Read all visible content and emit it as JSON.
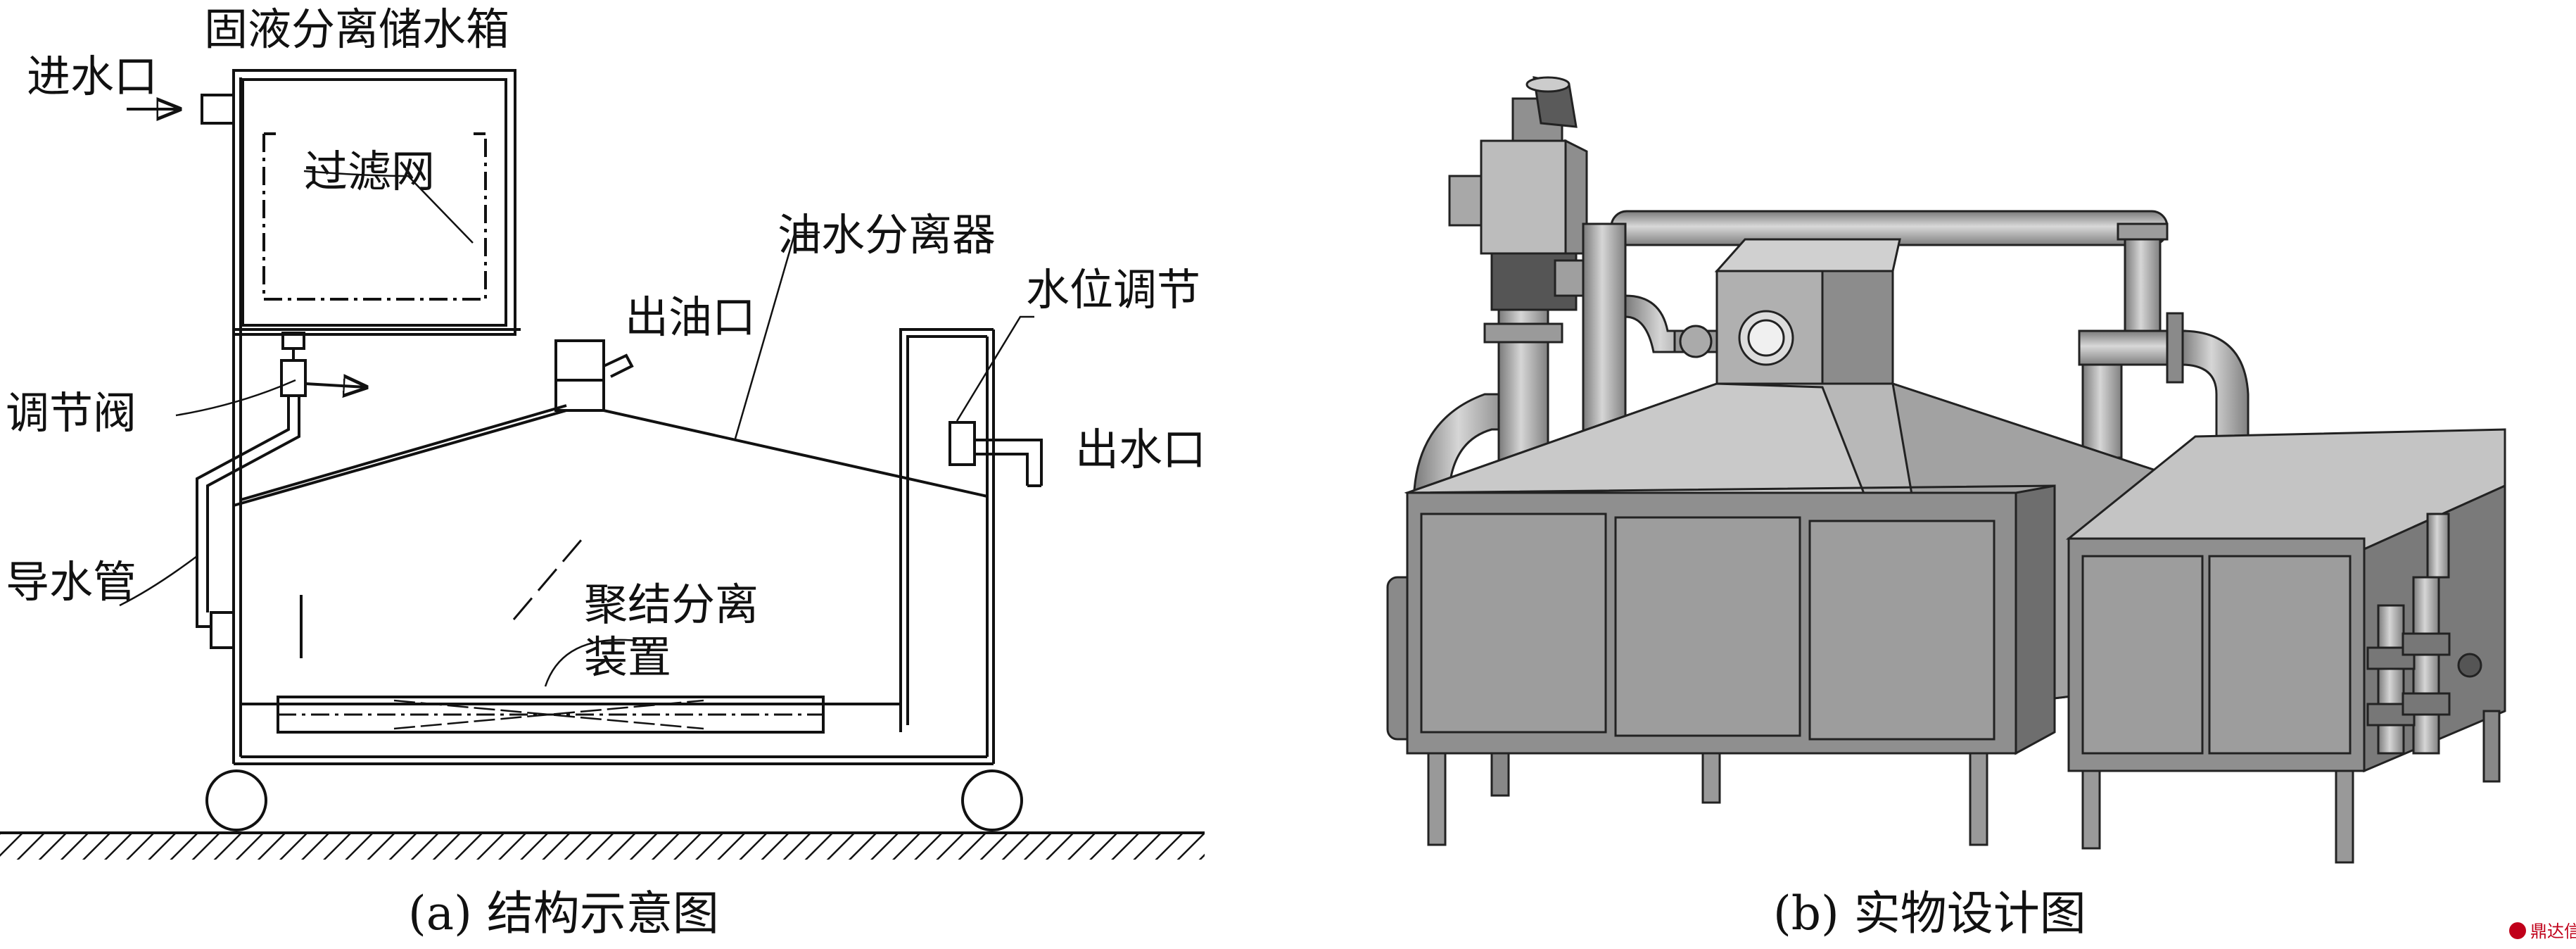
{
  "panel_a": {
    "labels": {
      "storage_tank": "固液分离储水箱",
      "water_inlet": "进水口",
      "filter_screen": "过滤网",
      "oil_water_separator": "油水分离器",
      "oil_outlet": "出油口",
      "water_level_adjust": "水位调节",
      "regulating_valve": "调节阀",
      "water_outlet": "出水口",
      "guide_pipe": "导水管",
      "coalescing_line1": "聚结分离",
      "coalescing_line2": "装置"
    },
    "caption": "(a)  结构示意图"
  },
  "panel_b": {
    "caption": "(b)  实物设计图",
    "watermark": "鼎达信"
  },
  "colors": {
    "line": "#111111",
    "steel_light": "#bdbdbd",
    "steel_mid": "#9a9a9a",
    "steel_dark": "#6e6e6e",
    "watermark": "#c0001a"
  }
}
